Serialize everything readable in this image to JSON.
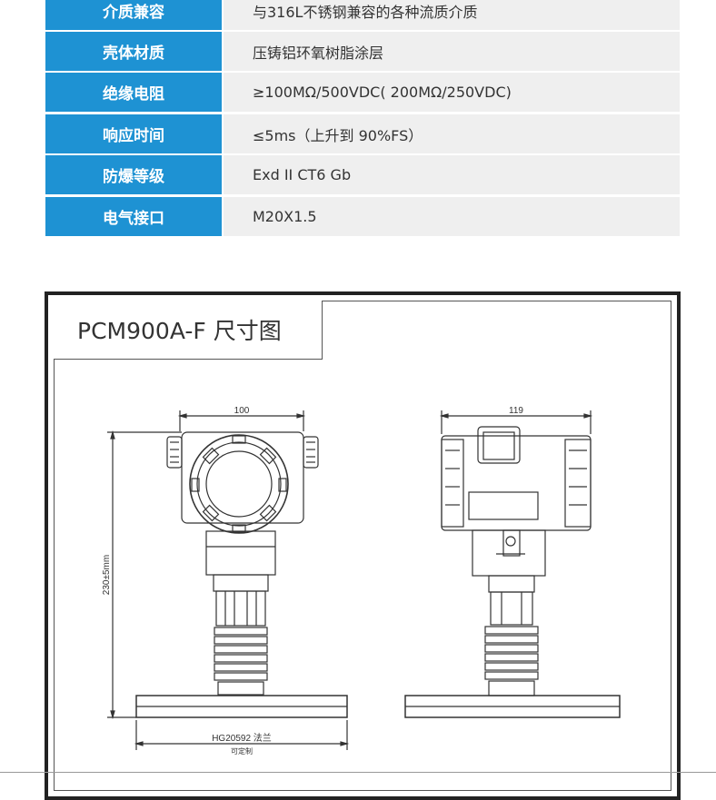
{
  "specs": [
    {
      "key": "介质兼容",
      "value": "与316L不锈钢兼容的各种流质介质"
    },
    {
      "key": "壳体材质",
      "value": "压铸铝环氧树脂涂层"
    },
    {
      "key": "绝缘电阻",
      "value": "≥100MΩ/500VDC( 200MΩ/250VDC)"
    },
    {
      "key": "响应时间",
      "value": "≤5ms（上升到 90%FS）"
    },
    {
      "key": "防爆等级",
      "value": "Exd II CT6 Gb"
    },
    {
      "key": "电气接口",
      "value": "M20X1.5"
    }
  ],
  "dimension_section": {
    "title": "PCM900A-F 尺寸图",
    "front_width_label": "100",
    "side_width_label": "119",
    "height_label": "230±5mm",
    "flange_label": "HG20592 法兰",
    "flange_sub_label": "可定制"
  }
}
